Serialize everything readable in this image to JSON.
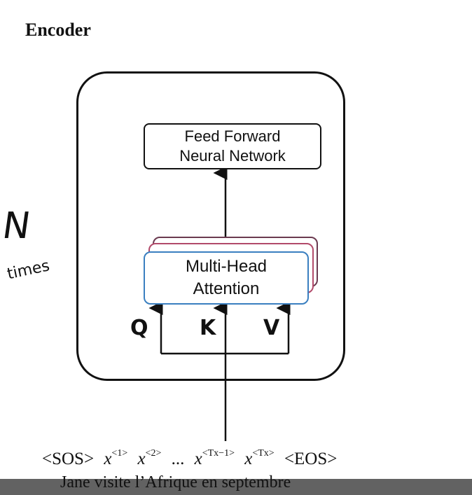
{
  "title": "Encoder",
  "feed_forward": {
    "line1": "Feed Forward",
    "line2": "Neural Network"
  },
  "attention": {
    "line1": "Multi-Head",
    "line2": "Attention"
  },
  "inputs": {
    "q": "Q",
    "k": "K",
    "v": "V"
  },
  "repeat": {
    "n": "N",
    "times": "times"
  },
  "sequence": {
    "sos": "<SOS>",
    "x1_base": "x",
    "x1_sup": "<1>",
    "x2_base": "x",
    "x2_sup": "<2>",
    "ellipsis": "...",
    "xt1_base": "x",
    "xt1_sup": "<Tx−1>",
    "xt_base": "x",
    "xt_sup": "<Tx>",
    "eos": "<EOS>"
  },
  "caption": "Jane visite l’Afrique en septembre",
  "colors": {
    "attention_border": "#3a7fc0",
    "attention_shadow": "#b24a6a"
  }
}
